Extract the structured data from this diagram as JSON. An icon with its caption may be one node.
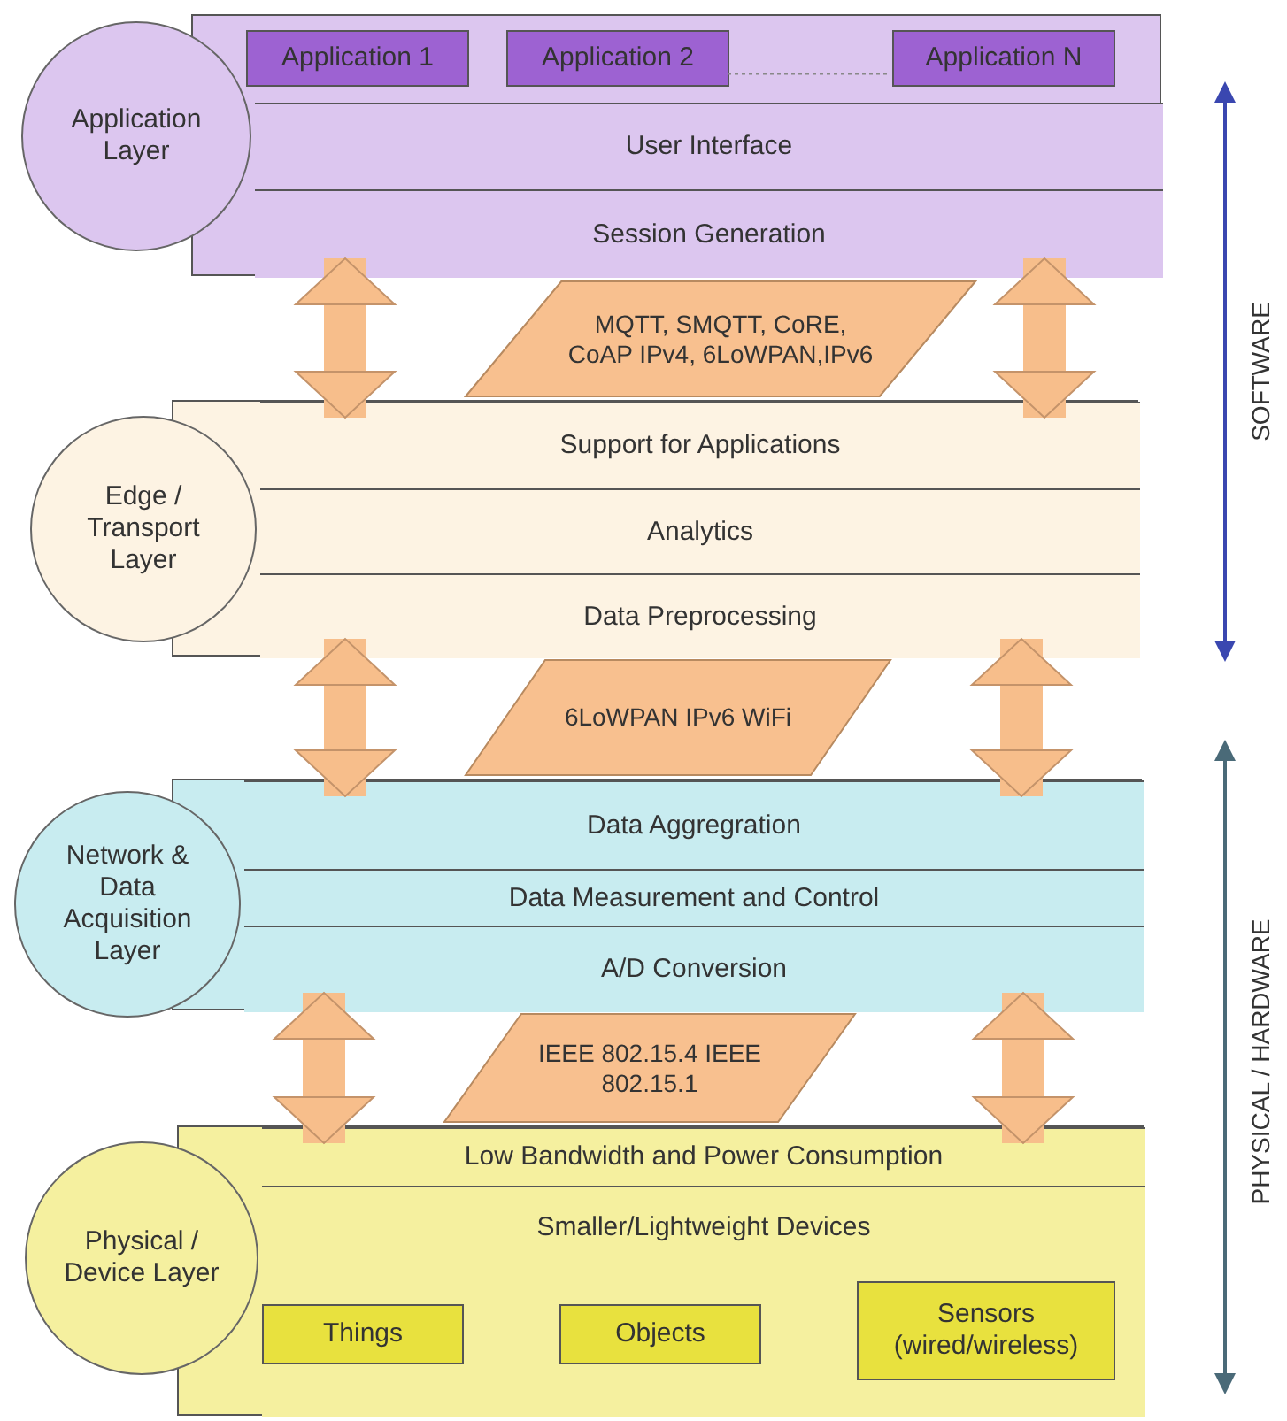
{
  "diagram": {
    "nodes": [
      {
        "text": [],
        "shape": "box"
      },
      {
        "text": [
          "Application 1"
        ],
        "in": 0
      },
      {
        "text": [
          "Application 2"
        ],
        "in": 0
      },
      {
        "text": [
          "Application N"
        ],
        "in": 0
      },
      {
        "text": [
          "User Interface"
        ],
        "in": 0
      },
      {
        "text": [
          "Session Generation"
        ],
        "in": 0
      },
      {
        "text": [
          "Application Layer"
        ]
      },
      {
        "text": [
          "MQTT, SMQTT, CoRE, CoAP IPv4, 6LoWPAN,IPv6"
        ]
      },
      {
        "text": [],
        "shape": "box"
      },
      {
        "text": [
          "Support for Applications"
        ],
        "in": 8
      },
      {
        "text": [
          "Analytics"
        ],
        "in": 8
      },
      {
        "text": [
          "Data Preprocessing"
        ],
        "in": 8
      },
      {
        "text": [
          "Edge / Transport Layer"
        ]
      },
      {
        "text": [
          "6LoWPAN IPv6 WiFi"
        ]
      },
      {
        "text": [],
        "shape": "box"
      },
      {
        "text": [
          "Data Aggregration"
        ],
        "in": 14
      },
      {
        "text": [
          "Data Measurement and Control"
        ],
        "in": 14
      },
      {
        "text": [
          "A/D Conversion"
        ],
        "in": 14
      },
      {
        "text": [
          "Network & Data Acquisition Layer"
        ]
      },
      {
        "text": [
          "IEEE 802.15.4 IEEE 802.15.1"
        ]
      },
      {
        "text": [],
        "shape": "box"
      },
      {
        "text": [
          "Low Bandwidth and Power Consumption"
        ],
        "in": 20
      },
      {
        "text": [
          "Smaller/Lightweight Devices"
        ],
        "in": 20
      },
      {
        "text": [
          "Things"
        ],
        "in": 22
      },
      {
        "text": [
          "Objects"
        ],
        "in": 22
      },
      {
        "text": [
          "Sensors (wired/wireless)"
        ],
        "in": 22
      },
      {
        "text": [
          "Physical / Device Layer"
        ]
      }
    ],
    "edges": [
      {
        "from": 2,
        "to": 3,
        "arrow": "none",
        "style": "dashed",
        "color": "#888888"
      },
      {
        "from": 5,
        "to": 9,
        "arrow": "both"
      },
      {
        "from": 5,
        "to": 9,
        "arrow": "both"
      },
      {
        "from": 11,
        "to": 15,
        "arrow": "both"
      },
      {
        "from": 11,
        "to": 15,
        "arrow": "both"
      },
      {
        "from": 17,
        "to": 21,
        "arrow": "both"
      },
      {
        "from": 17,
        "to": 21,
        "arrow": "both"
      }
    ],
    "labels": [
      "SOFTWARE",
      "PHYSICAL / HARDWARE"
    ]
  }
}
